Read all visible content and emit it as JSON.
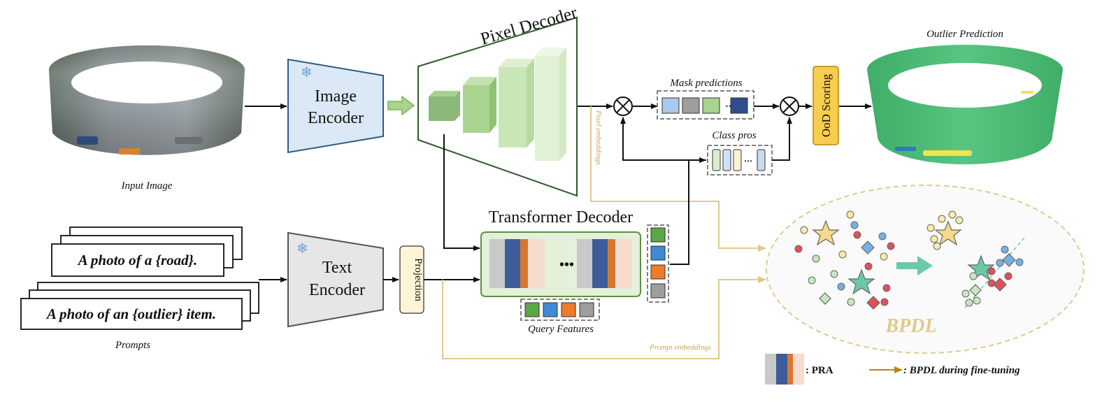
{
  "labels": {
    "input_image": "Input Image",
    "image_encoder_line1": "Image",
    "image_encoder_line2": "Encoder",
    "pixel_decoder": "Pixel Decoder",
    "mask_predictions": "Mask predictions",
    "class_pros": "Class pros",
    "pixel_embeddings": "Pixel embeddings",
    "ood_scoring": "OoD Scoring",
    "outlier_prediction": "Outlier Prediction",
    "transformer_decoder": "Transformer Decoder",
    "ellipsis": "•••",
    "query_features": "Query Features",
    "prompt_1": "A photo of a {road}.",
    "prompt_2": "A photo of an {outlier} item.",
    "prompts": "Prompts",
    "text_encoder_line1": "Text",
    "text_encoder_line2": "Encoder",
    "projection": "Projection",
    "prompt_embeddings": "Prompt embeddings",
    "bpdl": "BPDL",
    "legend_pra": ": PRA",
    "legend_bpdl": ": BPDL  during fine-tuning"
  },
  "icons": {
    "frozen": "snowflake-icon",
    "multiply": "circled-times-icon"
  },
  "colors": {
    "encoder_image_fill": "#dbe9f6",
    "encoder_image_stroke": "#2e5b8a",
    "encoder_text_fill": "#e6e6e6",
    "pixel_decoder_green": "#9ccc8a",
    "transformer_box_fill": "#e4f0d9",
    "transformer_box_stroke": "#5e8f3e",
    "projection_fill": "#fff5d6",
    "ood_fill": "#f7cd4e",
    "ood_stroke": "#b8860b",
    "bpdl_arrow": "#e3c98a",
    "bpdl_text": "#e3c98a",
    "pra_gray": "#c9c9c9",
    "pra_blue": "#3e5c9a",
    "pra_orange": "#d7772f",
    "pra_peach": "#f6dccd",
    "query_green": "#5aa744",
    "query_blue": "#3d8ad6",
    "query_orange": "#ee7a2b",
    "query_gray": "#9e9e9e",
    "outlier_green": "#4fc27a",
    "outlier_yellow": "#f3e34c"
  }
}
